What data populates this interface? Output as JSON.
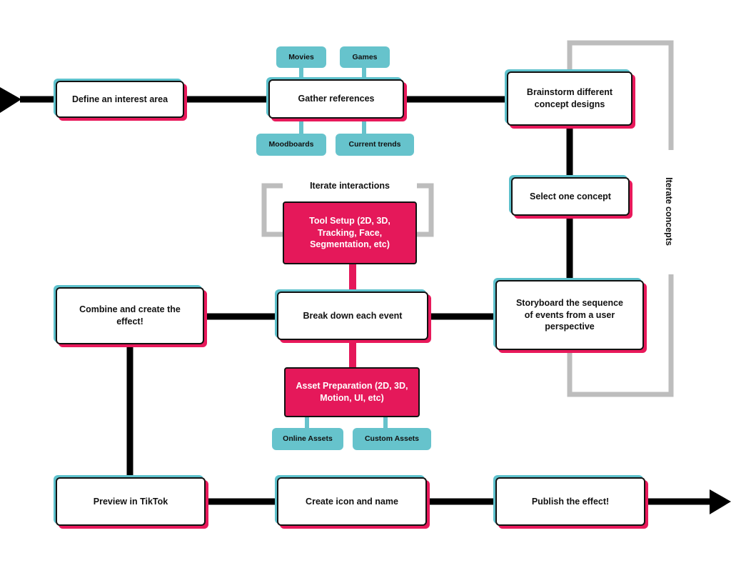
{
  "diagram": {
    "nodes": {
      "define": "Define an interest area",
      "gather": "Gather references",
      "brainstorm": "Brainstorm different concept designs",
      "select": "Select one concept",
      "storyboard": "Storyboard the sequence of events from a user perspective",
      "breakdown": "Break down each event",
      "combine": "Combine and create the effect!",
      "preview": "Preview in TikTok",
      "icon": "Create icon and name",
      "publish": "Publish the effect!",
      "tool_setup": "Tool Setup (2D, 3D, Tracking, Face, Segmentation, etc)",
      "asset_prep": "Asset Preparation (2D, 3D, Motion,  UI, etc)"
    },
    "tags": {
      "movies": "Movies",
      "games": "Games",
      "moodboards": "Moodboards",
      "current_trends": "Current trends",
      "online_assets": "Online Assets",
      "custom_assets": "Custom Assets"
    },
    "loops": {
      "interactions": "Iterate interactions",
      "concepts": "Iterate concepts"
    },
    "colors": {
      "line": "#000000",
      "loop": "#bdbdbd",
      "accent_red": "#e5185a",
      "accent_cyan": "#66c3cc"
    }
  }
}
